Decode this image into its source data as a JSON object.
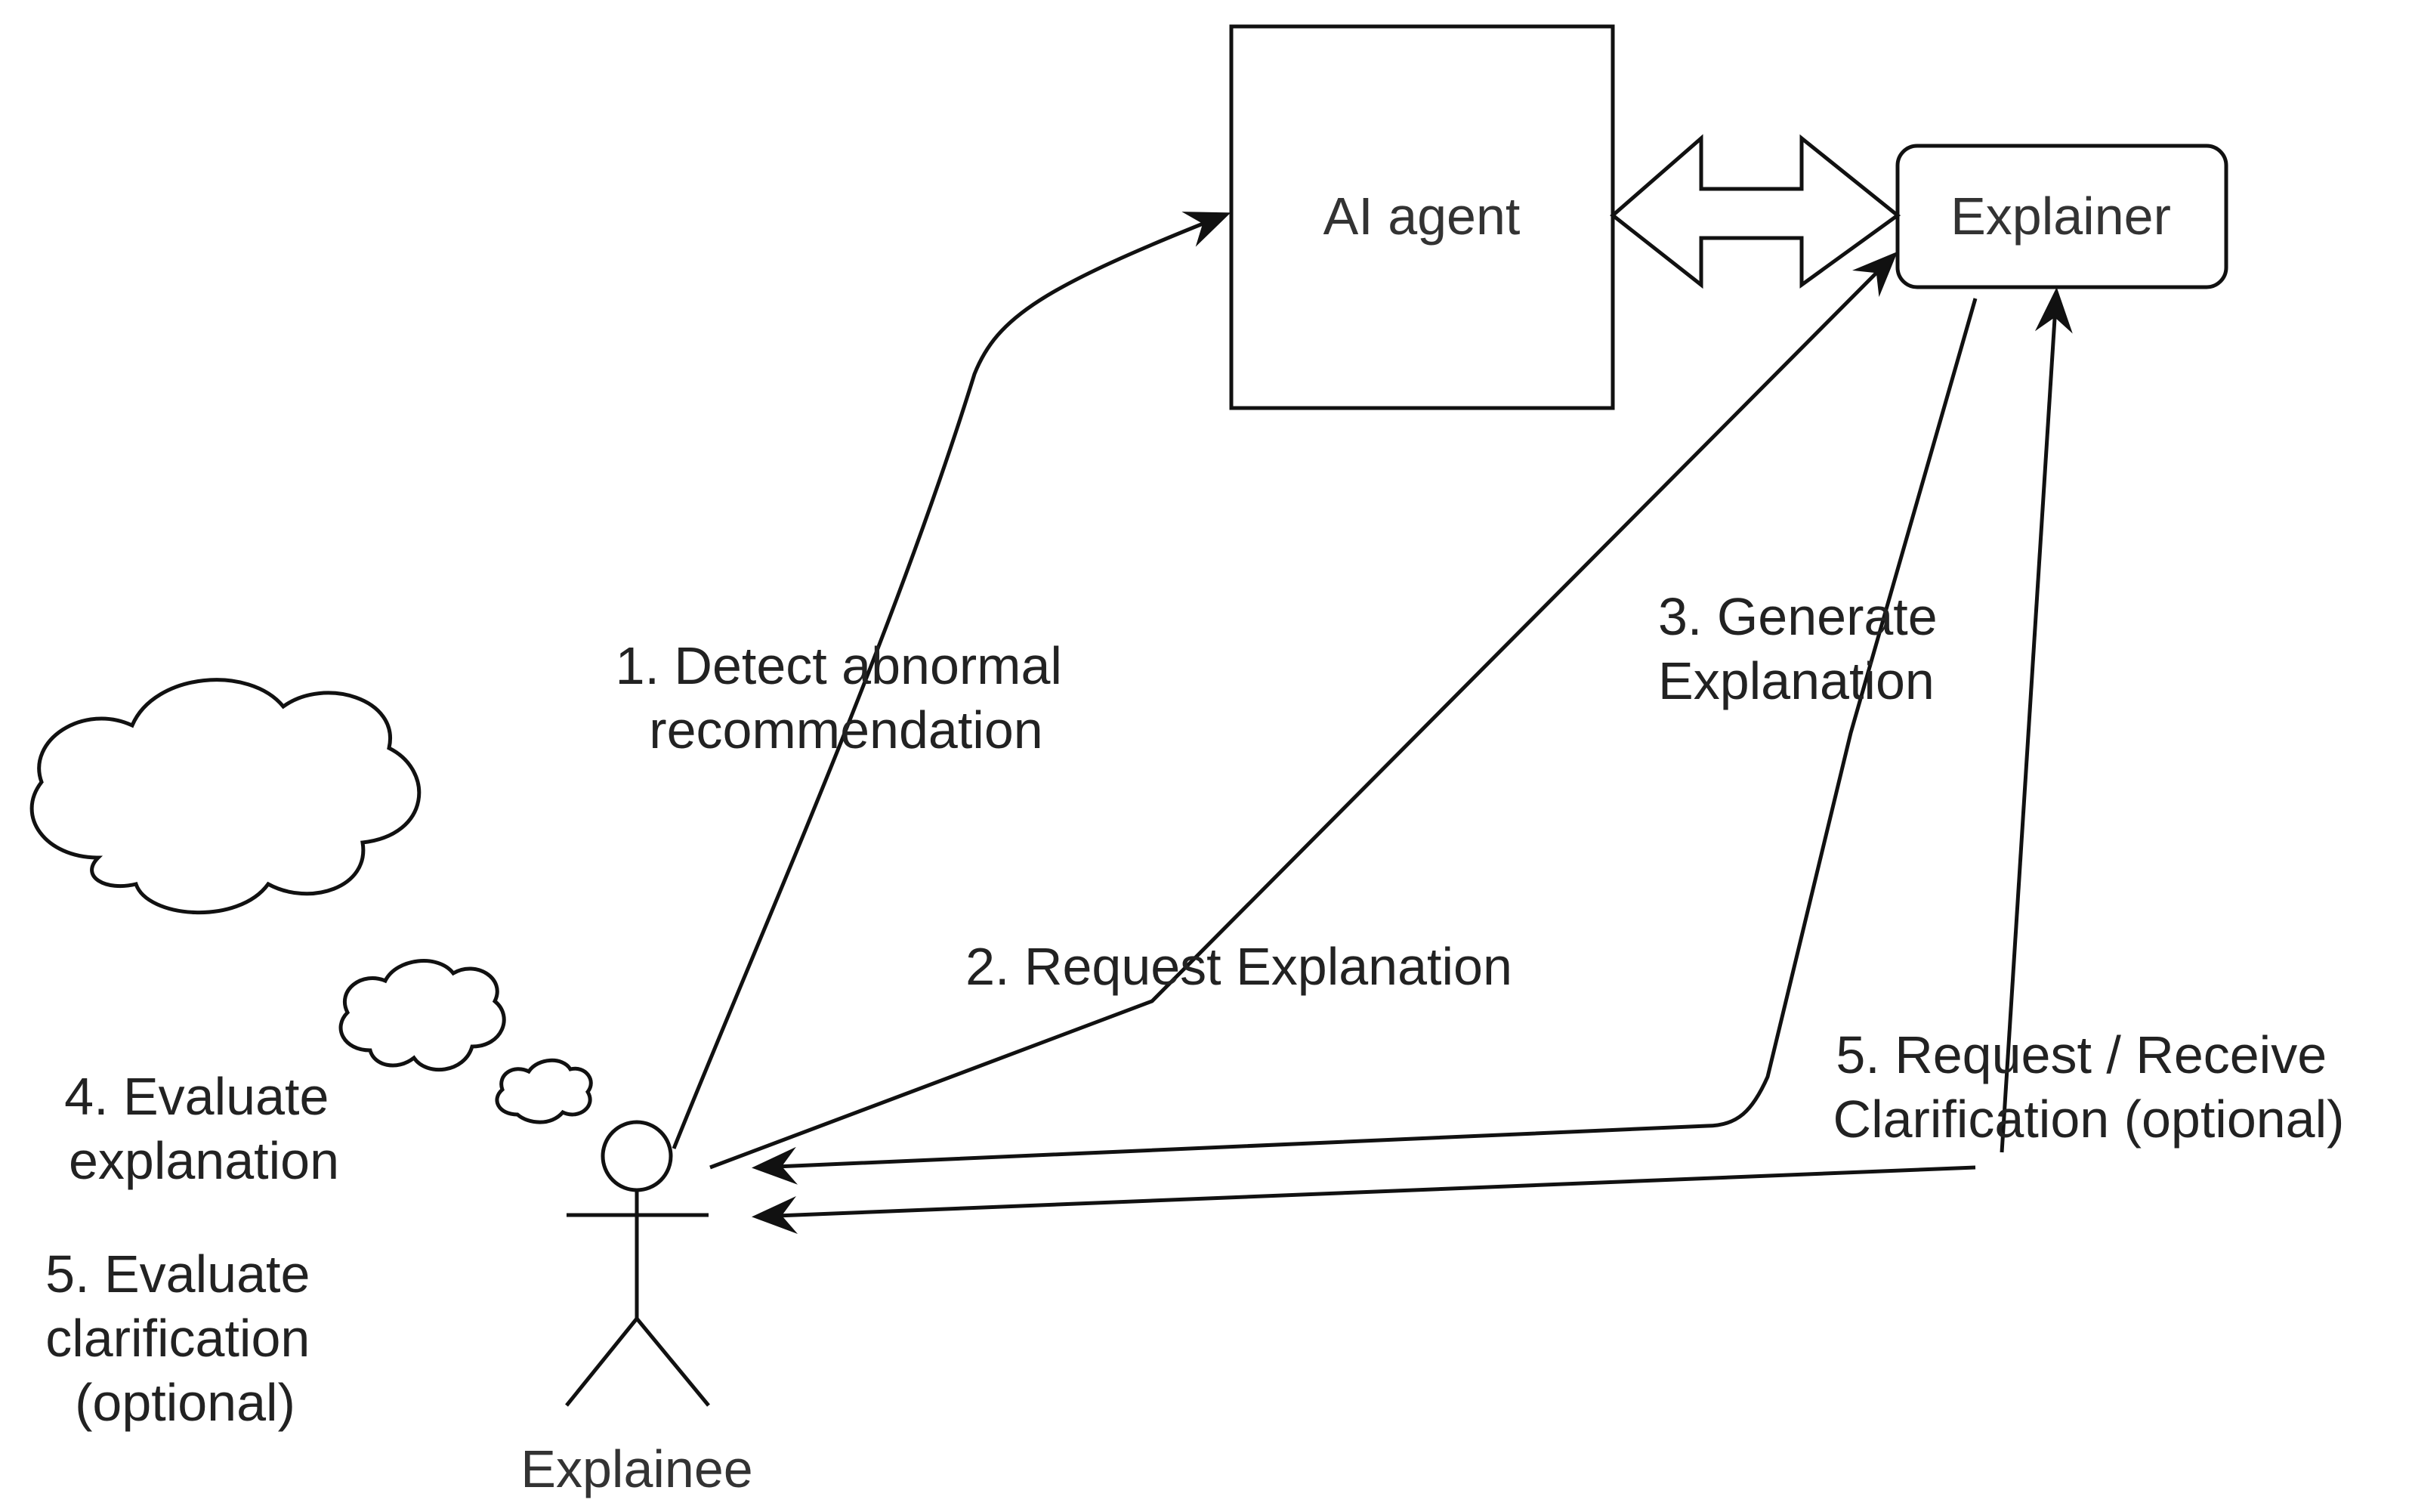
{
  "nodes": {
    "ai_agent": "AI agent",
    "explainer": "Explainer",
    "explainee": "Explainee"
  },
  "steps": {
    "step1": [
      "1. Detect abnormal",
      "recommendation"
    ],
    "step2": [
      "2. Request Explanation"
    ],
    "step3": [
      "3. Generate",
      "Explanation"
    ],
    "step4": [
      "4. Evaluate",
      "explanation"
    ],
    "step5_eval": [
      "5. Evaluate",
      "clarification",
      "(optional)"
    ],
    "step5_request": [
      "5. Request / Receive",
      "Clarification (optional)"
    ]
  },
  "colors": {
    "stroke": "#111111",
    "text": "#222222",
    "background": "#ffffff"
  }
}
